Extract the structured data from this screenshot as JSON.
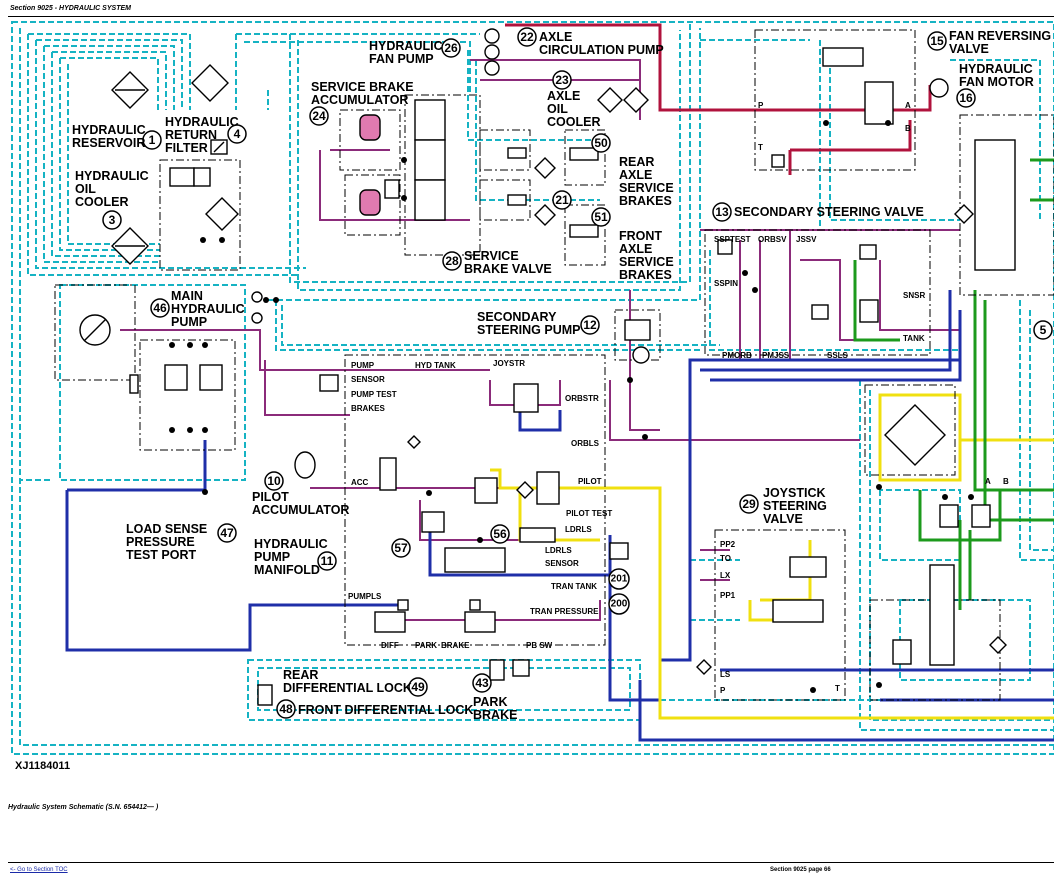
{
  "header": {
    "section": "Section 9025 - HYDRAULIC SYSTEM"
  },
  "figure_id": "XJ1184011",
  "caption": "Hydraulic System Schematic (S.N. 654412— )",
  "footer": {
    "toc_link": "<- Go to Section TOC",
    "page": "Section 9025 page 66"
  },
  "line_colors": {
    "case_drain_dashed": "#16b3c3",
    "pilot_purple": "#8b2b7a",
    "pressure_red": "#b0133c",
    "load_sense_blue": "#1f2fa8",
    "yellow_pilot": "#f0e010",
    "green": "#1c9a1c",
    "black": "#000000"
  },
  "components": [
    {
      "num": "1",
      "lines": [
        "HYDRAULIC",
        "RESERVOIR"
      ]
    },
    {
      "num": "4",
      "lines": [
        "HYDRAULIC",
        "RETURN",
        "FILTER"
      ]
    },
    {
      "num": "3",
      "lines": [
        "HYDRAULIC",
        "OIL",
        "COOLER"
      ]
    },
    {
      "num": "26",
      "lines": [
        "HYDRAULIC",
        "FAN PUMP"
      ]
    },
    {
      "num": "22",
      "lines": [
        "AXLE",
        "CIRCULATION PUMP"
      ]
    },
    {
      "num": "24",
      "lines": [
        "SERVICE BRAKE",
        "ACCUMULATOR"
      ]
    },
    {
      "num": "23",
      "lines": [
        "AXLE",
        "OIL",
        "COOLER"
      ]
    },
    {
      "num": "50",
      "lines": [
        "REAR",
        "AXLE",
        "SERVICE",
        "BRAKES"
      ]
    },
    {
      "num": "21",
      "lines": []
    },
    {
      "num": "51",
      "lines": [
        "FRONT",
        "AXLE",
        "SERVICE",
        "BRAKES"
      ]
    },
    {
      "num": "28",
      "lines": [
        "SERVICE",
        "BRAKE VALVE"
      ]
    },
    {
      "num": "15",
      "lines": [
        "FAN REVERSING",
        "VALVE"
      ]
    },
    {
      "num": "16",
      "lines": [
        "HYDRAULIC",
        "FAN MOTOR"
      ]
    },
    {
      "num": "13",
      "lines": [
        "SECONDARY STEERING VALVE"
      ]
    },
    {
      "num": "46",
      "lines": [
        "MAIN",
        "HYDRAULIC",
        "PUMP"
      ]
    },
    {
      "num": "12",
      "lines": [
        "SECONDARY",
        "STEERING PUMP"
      ]
    },
    {
      "num": "5",
      "lines": []
    },
    {
      "num": "10",
      "lines": [
        "PILOT",
        "ACCUMULATOR"
      ]
    },
    {
      "num": "47",
      "lines": [
        "LOAD SENSE",
        "PRESSURE",
        "TEST PORT"
      ]
    },
    {
      "num": "29",
      "lines": [
        "JOYSTICK",
        "STEERING",
        "VALVE"
      ]
    },
    {
      "num": "57",
      "lines": []
    },
    {
      "num": "56",
      "lines": []
    },
    {
      "num": "11",
      "lines": [
        "HYDRAULIC",
        "PUMP",
        "MANIFOLD"
      ]
    },
    {
      "num": "201",
      "lines": []
    },
    {
      "num": "200",
      "lines": []
    },
    {
      "num": "49",
      "lines": [
        "REAR",
        "DIFFERENTIAL LOCK"
      ]
    },
    {
      "num": "43",
      "lines": [
        "PARK",
        "BRAKE"
      ]
    },
    {
      "num": "48",
      "lines": [
        "FRONT DIFFERENTIAL LOCK"
      ]
    }
  ],
  "port_labels": {
    "manifold_ports": [
      "PUMP",
      "HYD TANK",
      "SENSOR",
      "PUMP TEST",
      "BRAKES",
      "JOYSTR",
      "ORBSTR",
      "ORBLS",
      "ACC",
      "PILOT",
      "PILOT TEST",
      "LDRLS",
      "LDRLS",
      "SENSOR",
      "TRAN TANK",
      "TRAN PRESSURE",
      "PUMPLS",
      "DIFF",
      "PARK",
      "BRAKE",
      "PB SW"
    ],
    "secondary_steering_ports": [
      "SSPTEST",
      "ORBSV",
      "JSSV",
      "SSPIN",
      "SNSR",
      "TANK",
      "PMORB",
      "PMJSS",
      "SSLS"
    ],
    "joystick_valve_ports": [
      "PP2",
      "TO",
      "LX",
      "PP1",
      "LS",
      "P",
      "T"
    ],
    "fan_valve_ports": [
      "P",
      "T",
      "A",
      "B"
    ],
    "right_valve_ports": [
      "A",
      "B"
    ]
  }
}
